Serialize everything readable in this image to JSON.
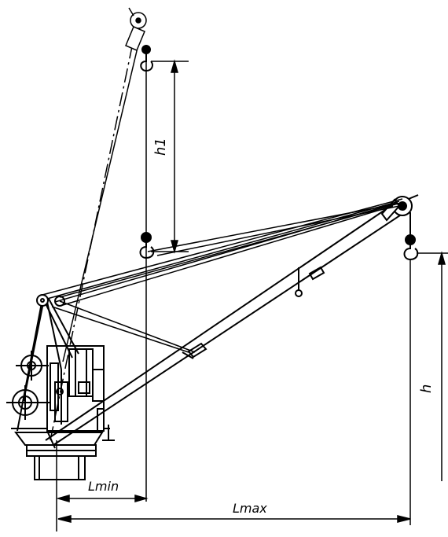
{
  "diagram": {
    "labels": {
      "h1": "h1",
      "h": "h",
      "l_min": "Lmin",
      "l_max": "Lmax"
    },
    "colors": {
      "ink": "#000000",
      "paper": "#ffffff"
    }
  }
}
